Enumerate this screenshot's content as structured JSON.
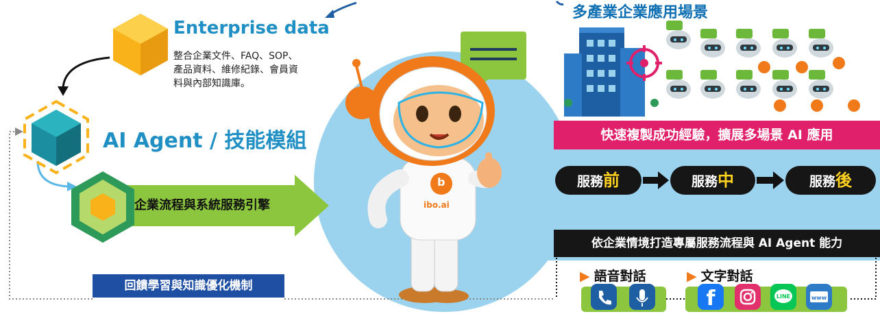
{
  "enterprise": {
    "title": "Enterprise data",
    "desc_lines": [
      "整合企業文件、FAQ、SOP、",
      "產品資料、維修紀錄、會員資",
      "料與內部知識庫。"
    ]
  },
  "agent": {
    "title": "AI Agent / 技能模組"
  },
  "engine": {
    "label": "企業流程與系統服務引擎"
  },
  "feedback": {
    "label": "回饋學習與知識優化機制"
  },
  "scenes": {
    "title": "多產業企業應用場景"
  },
  "replicate": {
    "label": "快速複製成功經驗，擴展多場景 AI 應用"
  },
  "service": {
    "prefix": "服務",
    "stages": [
      "前",
      "中",
      "後"
    ]
  },
  "custom": {
    "label": "依企業情境打造專屬服務流程與 AI Agent 能力"
  },
  "channels": {
    "voice": "語音對話",
    "text": "文字對話",
    "text_icons": [
      "facebook-icon",
      "instagram-icon",
      "line-icon",
      "web-icon"
    ],
    "voice_icons": [
      "phone-icon",
      "microphone-icon"
    ],
    "line_text": "LINE",
    "www_text": "www"
  },
  "mascot": {
    "brand": "ibo.ai",
    "badge": "b"
  },
  "colors": {
    "blue": "#1f8fc4",
    "light_blue": "#9bd3ee",
    "pink": "#e0206b",
    "green": "#8cc63f",
    "yellow": "#ffd21f",
    "navy": "#1e4fa3",
    "orange": "#f07a1a"
  }
}
